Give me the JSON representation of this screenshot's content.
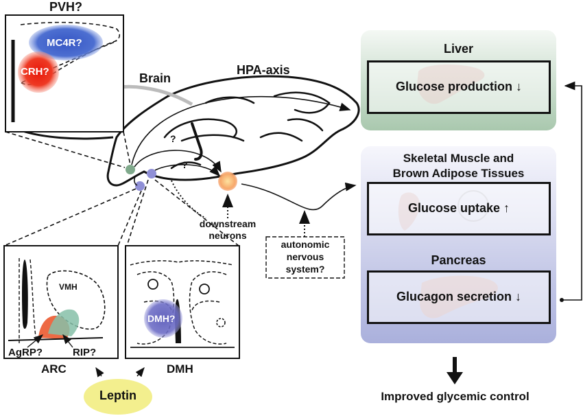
{
  "brain": {
    "pvh_label": "PVH?",
    "mc4r_label": "MC4R?",
    "crh_label": "CRH?",
    "brain_label": "Brain",
    "hpa_label": "HPA-axis",
    "question_mark_1": "?",
    "question_mark_2": "?",
    "downstream_label_1": "downstream",
    "downstream_label_2": "neurons",
    "ans_label_1": "autonomic",
    "ans_label_2": "nervous",
    "ans_label_3": "system?"
  },
  "arc_inset": {
    "vmh_label": "VMH",
    "agrp_label": "AgRP?",
    "rip_label": "RIP?",
    "title": "ARC"
  },
  "dmh_inset": {
    "dmh_region_label": "DMH?",
    "title": "DMH"
  },
  "leptin": {
    "label": "Leptin"
  },
  "targets": {
    "liver": {
      "title": "Liver",
      "effect": "Glucose production",
      "arrow": "↓"
    },
    "muscle": {
      "title_line1": "Skeletal Muscle and",
      "title_line2": "Brown Adipose Tissues",
      "effect": "Glucose uptake",
      "arrow": "↑"
    },
    "pancreas": {
      "title": "Pancreas",
      "effect": "Glucagon secretion",
      "arrow": "↓"
    }
  },
  "outcome": {
    "label": "Improved glycemic control"
  },
  "colors": {
    "liver_panel": "#b9d3bd",
    "muscle_panel": "#aeb2da",
    "leptin_fill": "#f3ef8e",
    "mc4r_blue": "#3f63c9",
    "crh_red": "#e8281a",
    "neuron_green": "#7fa98b",
    "neuron_purple": "#8f8fd6"
  }
}
